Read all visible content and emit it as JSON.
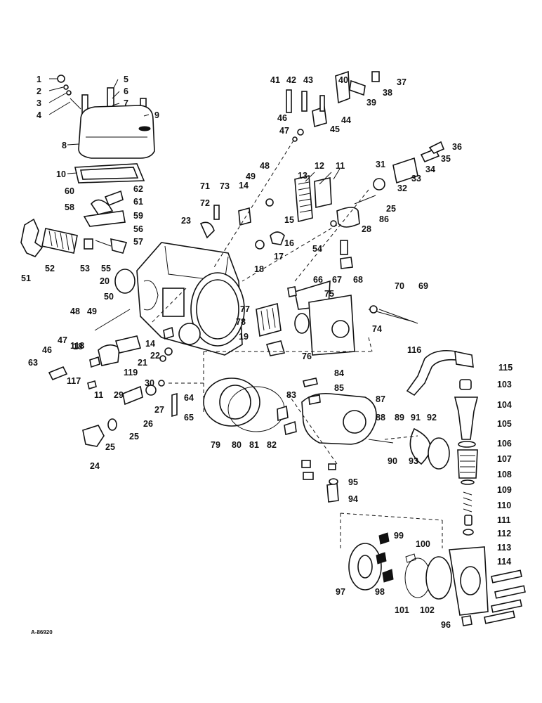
{
  "diagram": {
    "reference_code": "A-86920",
    "callouts": [
      "1",
      "2",
      "3",
      "4",
      "5",
      "6",
      "7",
      "8",
      "9",
      "10",
      "11",
      "12",
      "13",
      "14",
      "15",
      "16",
      "17",
      "18",
      "19",
      "20",
      "21",
      "22",
      "23",
      "24",
      "25",
      "26",
      "27",
      "28",
      "29",
      "30",
      "31",
      "32",
      "33",
      "34",
      "35",
      "36",
      "37",
      "38",
      "39",
      "40",
      "41",
      "42",
      "43",
      "44",
      "45",
      "46",
      "47",
      "48",
      "49",
      "50",
      "51",
      "52",
      "53",
      "54",
      "55",
      "56",
      "57",
      "58",
      "59",
      "60",
      "61",
      "62",
      "63",
      "64",
      "65",
      "66",
      "67",
      "68",
      "69",
      "70",
      "71",
      "72",
      "73",
      "74",
      "75",
      "76",
      "77",
      "78",
      "79",
      "80",
      "81",
      "82",
      "83",
      "84",
      "85",
      "86",
      "87",
      "88",
      "89",
      "90",
      "91",
      "92",
      "93",
      "94",
      "95",
      "96",
      "97",
      "98",
      "99",
      "100",
      "101",
      "102",
      "103",
      "104",
      "105",
      "106",
      "107",
      "108",
      "109",
      "110",
      "111",
      "112",
      "113",
      "114",
      "115",
      "116",
      "117",
      "118",
      "119",
      "11",
      "14",
      "18",
      "25",
      "25",
      "46",
      "47",
      "48",
      "49"
    ]
  }
}
